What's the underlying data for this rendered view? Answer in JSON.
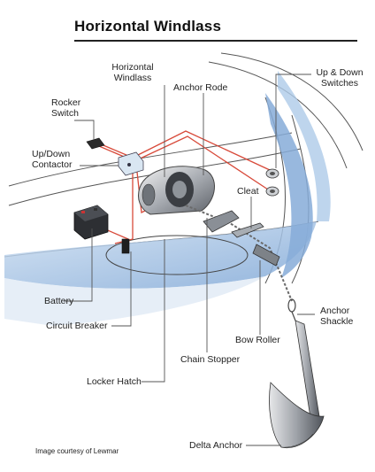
{
  "title": "Horizontal Windlass",
  "labels": {
    "horizontal_windlass": [
      "Horizontal",
      "Windlass"
    ],
    "anchor_rode": "Anchor Rode",
    "up_down_switches": [
      "Up & Down",
      "Switches"
    ],
    "rocker_switch": [
      "Rocker",
      "Switch"
    ],
    "up_down_contactor": [
      "Up/Down",
      "Contactor"
    ],
    "cleat": "Cleat",
    "battery": "Battery",
    "circuit_breaker": "Circuit Breaker",
    "anchor_shackle": [
      "Anchor",
      "Shackle"
    ],
    "bow_roller": "Bow Roller",
    "chain_stopper": "Chain Stopper",
    "locker_hatch": "Locker Hatch",
    "delta_anchor": "Delta Anchor"
  },
  "credit": "Image courtesy of Lewmar",
  "colors": {
    "hull_blue": "#9fbfe0",
    "hull_blue_dark": "#6f9bcf",
    "wire_red": "#d84a3a",
    "line_gray": "#555555",
    "metal": "#8a8f96"
  }
}
